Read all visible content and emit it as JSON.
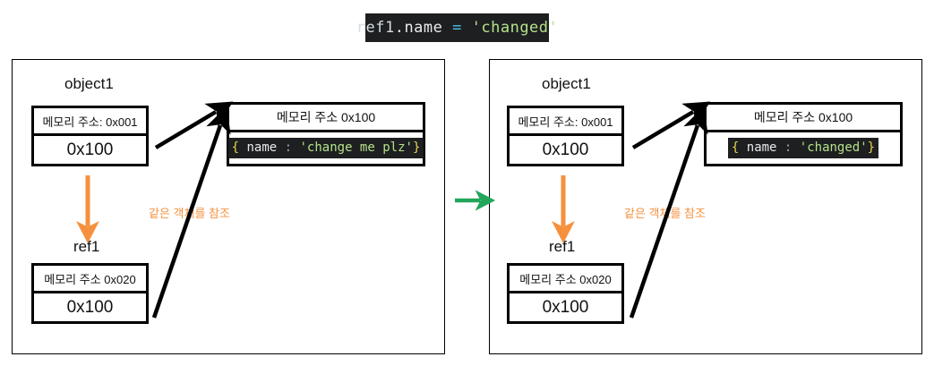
{
  "title_code": {
    "var": "ref1",
    "dot": ".",
    "prop": "name",
    "operator": "=",
    "string": "'changed'"
  },
  "colors": {
    "code_bg": "#1d1f21",
    "string": "#b5e28a",
    "operator": "#4fc1e9",
    "brace": "#e8d44d",
    "colon": "#9aa2ad",
    "identifier": "#e8eaed",
    "note_orange": "#f5913e",
    "arrow_green": "#22a65a",
    "arrow_black": "#000000"
  },
  "panels": [
    {
      "id": "before",
      "object_label": "object1",
      "object_addr": "메모리 주소: 0x001",
      "object_value": "0x100",
      "ref_label": "ref1",
      "ref_addr": "메모리 주소 0x020",
      "ref_value": "0x100",
      "heap_addr": "메모리 주소 0x100",
      "heap_code": {
        "open": "{",
        "key": " name ",
        "colon": ":",
        "value": " 'change me plz'",
        "close": "}"
      },
      "note": "같은 객체를 참조"
    },
    {
      "id": "after",
      "object_label": "object1",
      "object_addr": "메모리 주소: 0x001",
      "object_value": "0x100",
      "ref_label": "ref1",
      "ref_addr": "메모리 주소 0x020",
      "ref_value": "0x100",
      "heap_addr": "메모리 주소 0x100",
      "heap_code": {
        "open": "{",
        "key": " name ",
        "colon": ":",
        "value": " 'changed'",
        "close": "}"
      },
      "note": "같은 객체를 참조"
    }
  ],
  "transition_arrow": "→"
}
